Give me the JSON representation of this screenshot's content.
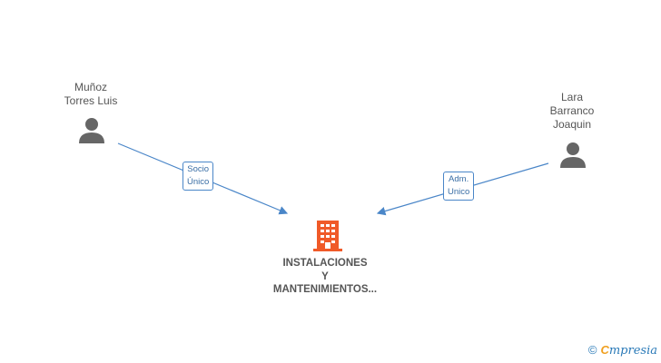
{
  "nodes": {
    "person_left": {
      "name_lines": [
        "Muñoz",
        "Torres Luis"
      ]
    },
    "person_right": {
      "name_lines": [
        "Lara",
        "Barranco",
        "Joaquin"
      ]
    },
    "company": {
      "name_lines": [
        "INSTALACIONES",
        "Y",
        "MANTENIMIENTOS..."
      ],
      "icon": "building-icon"
    }
  },
  "edges": {
    "left": {
      "label_lines": [
        "Socio",
        "Único"
      ]
    },
    "right": {
      "label_lines": [
        "Adm.",
        "Unico"
      ]
    }
  },
  "watermark": {
    "copyright": "©",
    "brand_first": "C",
    "brand_rest": "mpresia"
  },
  "colors": {
    "edge": "#4a86c8",
    "company_icon": "#f05a28",
    "person_icon": "#666666"
  }
}
